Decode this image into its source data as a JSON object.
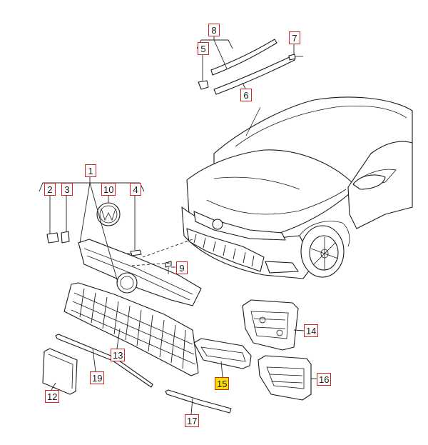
{
  "diagram": {
    "callouts": [
      {
        "id": "c1",
        "label": "1"
      },
      {
        "id": "c2",
        "label": "2"
      },
      {
        "id": "c3",
        "label": "3"
      },
      {
        "id": "c4",
        "label": "4"
      },
      {
        "id": "c5",
        "label": "5"
      },
      {
        "id": "c6",
        "label": "6"
      },
      {
        "id": "c7",
        "label": "7"
      },
      {
        "id": "c8",
        "label": "8"
      },
      {
        "id": "c9",
        "label": "9"
      },
      {
        "id": "c10",
        "label": "10"
      },
      {
        "id": "c12",
        "label": "12"
      },
      {
        "id": "c13",
        "label": "13"
      },
      {
        "id": "c14",
        "label": "14"
      },
      {
        "id": "c15",
        "label": "15",
        "highlighted": true
      },
      {
        "id": "c16",
        "label": "16"
      },
      {
        "id": "c17",
        "label": "17"
      },
      {
        "id": "c19",
        "label": "19"
      }
    ],
    "colors": {
      "callout_border": "#d0261f",
      "highlight_fill": "#ffe000",
      "line": "#1a1a1a",
      "background": "#ffffff"
    }
  }
}
